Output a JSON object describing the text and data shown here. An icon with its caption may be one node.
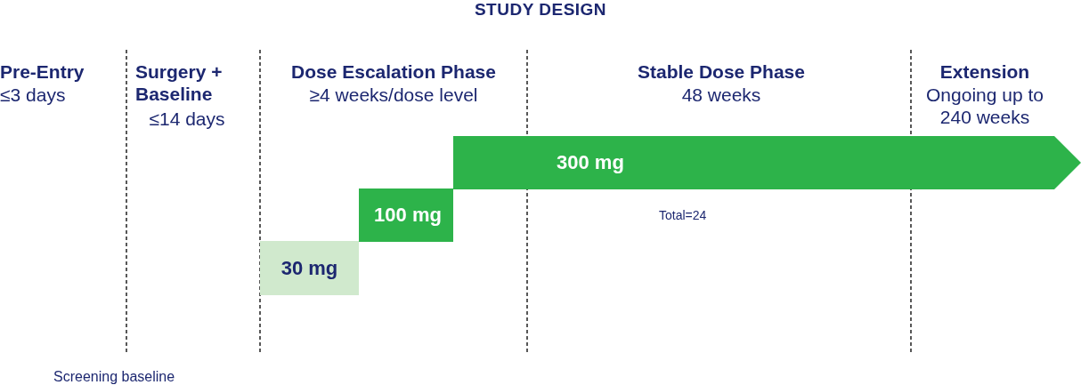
{
  "diagram": {
    "title": "STUDY DESIGN",
    "nodes": [
      {
        "text": [
          "30 mg"
        ]
      },
      {
        "text": [
          "100 mg"
        ]
      },
      {
        "text": [
          "300 mg"
        ]
      }
    ],
    "labels": [
      "Pre-Entry",
      "≤3 days",
      "Surgery + Baseline",
      "≤14 days",
      "Dose Escalation Phase",
      "≥4 weeks/dose level",
      "Stable Dose Phase",
      "48 weeks",
      "Extension",
      "Ongoing up to 240 weeks",
      "Total=24",
      "Screening baseline"
    ]
  }
}
